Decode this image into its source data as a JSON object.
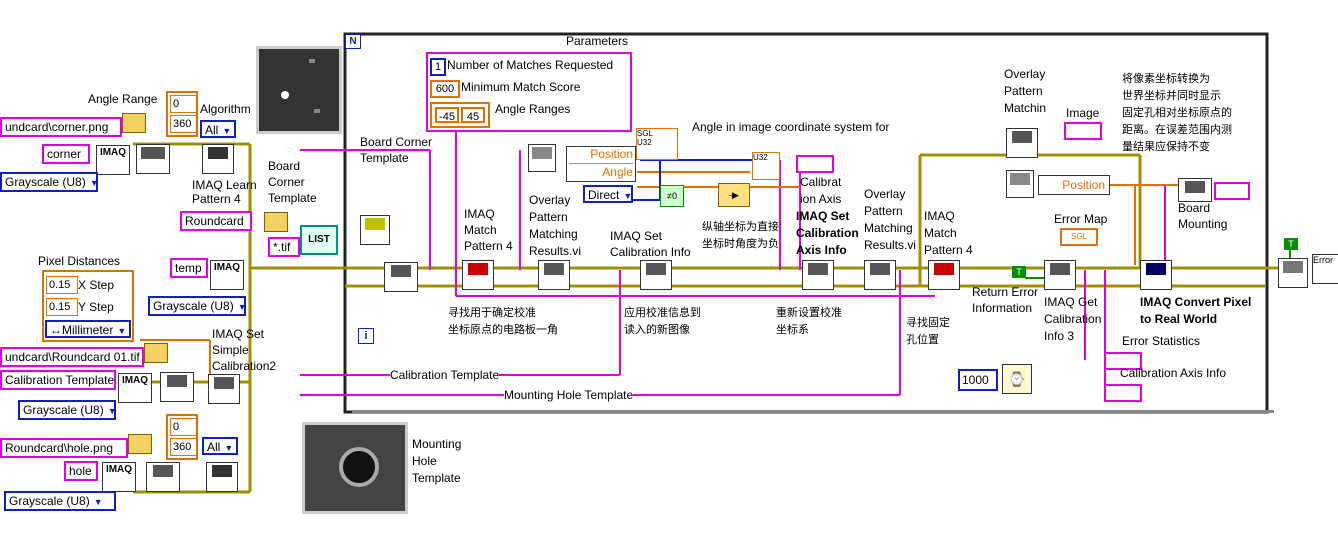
{
  "diagram": {
    "frame_label": "N",
    "params_title": "Parameters",
    "params_items": [
      {
        "value": "1",
        "label": "Number of Matches Requested"
      },
      {
        "value": "600",
        "label": "Minimum Match Score"
      },
      {
        "value_a": "-45",
        "value_b": "45",
        "label": "Angle Ranges"
      }
    ],
    "left": {
      "angle_range": "Angle Range",
      "algorithm": "Algorithm",
      "algorithm_val": "All",
      "num_0": "0",
      "num_360": "360",
      "path_corner": "undcard\\corner.png",
      "name_corner": "corner",
      "grayscale": "Grayscale (U8)",
      "imaq": "IMAQ",
      "learn": "IMAQ Learn\nPattern 4",
      "roundcard": "Roundcard",
      "board_corner_tpl": "Board\nCorner\nTemplate",
      "tif_pattern": "*.tif",
      "temp": "temp",
      "pixel_distances": "Pixel Distances",
      "x_step_val": "0.15",
      "x_step": "X Step",
      "y_step_val": "0.15",
      "y_step": "Y Step",
      "unit": "Millimeter",
      "set_simple": "IMAQ Set\nSimple\nCalibration2",
      "path_roundcard": "undcard\\Roundcard 01.tif",
      "calib_tpl_ctrl": "Calibration Template",
      "path_hole": "Roundcard\\hole.png",
      "name_hole": "hole",
      "mounting_hole_tpl": "Mounting\nHole\nTemplate"
    },
    "inside": {
      "board_corner_template": "Board Corner\nTemplate",
      "calibration_template": "Calibration Template",
      "mounting_hole_template": "Mounting Hole Template",
      "match1": "IMAQ\nMatch\nPattern 4",
      "overlay1": "Overlay\nPattern\nMatching\nResults.vi",
      "set_calib_info": "IMAQ Set\nCalibration Info",
      "position": "Position",
      "angle": "Angle",
      "direct": "Direct",
      "angle_note": "Angle in image coordinate system for",
      "y_note": "纵轴坐标为直接\n坐标时角度为负",
      "calib_axis": "Calibrat\nion Axis",
      "set_axis": "IMAQ Set\nCalibration\nAxis Info",
      "overlay2": "Overlay\nPattern\nMatching\nResults.vi",
      "match2": "IMAQ\nMatch\nPattern 4",
      "note1": "寻找用于确定校准\n坐标原点的电路板一角",
      "note2": "应用校准信息到\n读入的新图像",
      "note3": "重新设置校准\n坐标系",
      "note4": "寻找固定\n孔位置",
      "overlay3": "Overlay\nPattern\nMatchin",
      "image": "Image",
      "position2": "Position",
      "cn_note": "将像素坐标转换为\n世界坐标并同时显示\n固定孔相对坐标原点的\n距离。在误差范围内测\n量结果应保持不变",
      "error_map": "Error Map",
      "return_error": "Return Error\nInformation",
      "get_calib": "IMAQ Get\nCalibration\nInfo 3",
      "error_stats": "Error Statistics",
      "calib_axis_info": "Calibration Axis Info",
      "wait_val": "1000",
      "board_mounting": "Board\nMounting",
      "convert": "IMAQ Convert Pixel\nto Real World",
      "sgl": "SGL",
      "u32": "U32",
      "t": "T",
      "error": "Error",
      "list": "LIST",
      "i": "i"
    },
    "colors": {
      "wire_pink": "#e000e0",
      "wire_olive": "#a09000",
      "wire_orange": "#e07000",
      "wire_blue": "#1020c0",
      "wire_green": "#009000",
      "frame": "#222222"
    }
  }
}
